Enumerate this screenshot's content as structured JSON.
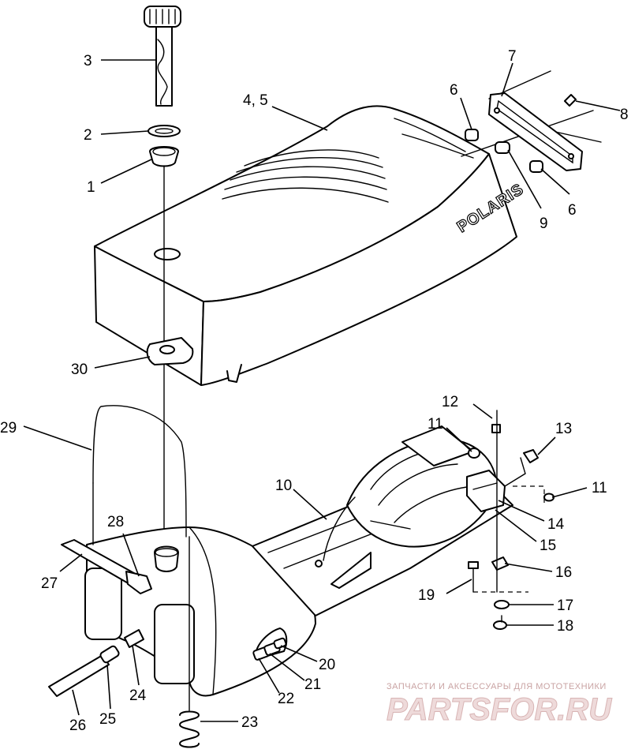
{
  "callouts": [
    "1",
    "2",
    "3",
    "4, 5",
    "6",
    "6",
    "7",
    "8",
    "9",
    "10",
    "11",
    "11",
    "12",
    "13",
    "14",
    "15",
    "16",
    "17",
    "18",
    "19",
    "20",
    "21",
    "22",
    "23",
    "24",
    "25",
    "26",
    "27",
    "28",
    "29",
    "30"
  ],
  "brand_text": "POLARIS",
  "watermark": {
    "caption": "ЗАПЧАСТИ И АКСЕССУАРЫ ДЛЯ МОТОТЕХНИКИ",
    "site": "PARTSFOR.RU"
  },
  "colors": {
    "line": "#000000",
    "background": "#ffffff",
    "watermark": "#d8b4b4"
  }
}
